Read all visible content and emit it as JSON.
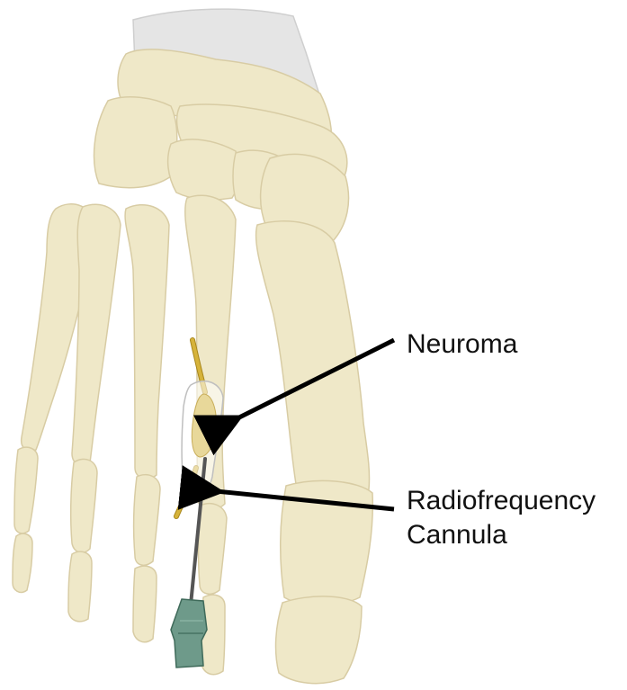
{
  "colors": {
    "bone_fill": "#EFE8C8",
    "bone_stroke": "#D8CCA4",
    "bone_shade": "#E3D8B0",
    "cartilage": "#E5E5E5",
    "joint_line": "#FFFFFF",
    "nerve": "#D6B33A",
    "nerve_outline": "#A8861A",
    "neuroma_capsule": "#FFFFFF",
    "cannula_shaft": "#555555",
    "needle_hub": "#6E9A8A",
    "arrow": "#000000",
    "label_text": "#111111"
  },
  "icons": {
    "neuroma_pointer": "arrow-left",
    "cannula_pointer": "arrow-left"
  },
  "labels": {
    "neuroma": "Neuroma",
    "cannula_line1": "Radiofrequency",
    "cannula_line2": "Cannula"
  }
}
